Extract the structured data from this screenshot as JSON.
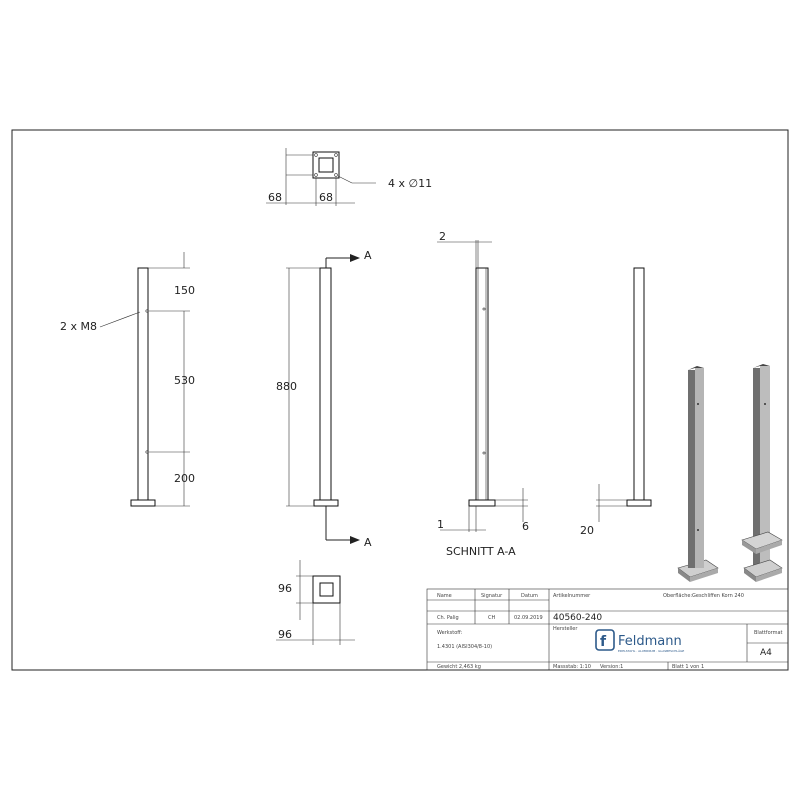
{
  "top_view": {
    "hole_label": "4 x ∅11",
    "dim_left": "68",
    "dim_bottom": "68"
  },
  "front_view": {
    "mount_label": "2 x M8",
    "dim_top": "150",
    "dim_mid": "530",
    "dim_bottom": "200"
  },
  "side_view": {
    "dim_height": "880",
    "section_mark_top": "A",
    "section_mark_bottom": "A"
  },
  "section_view": {
    "title": "SCHNITT A-A",
    "dim_wall": "2",
    "dim_foot": "1",
    "dim_plate": "6"
  },
  "base_view": {
    "dim_plate": "20"
  },
  "bottom_view": {
    "dim_height": "96",
    "dim_width": "96"
  },
  "title_block": {
    "col_name": "Name",
    "col_signature": "Signatur",
    "col_date": "Datum",
    "article_label": "Artikelnummer",
    "surface_label": "Oberfläche:",
    "surface_value": "Geschliffen Korn 240",
    "drafter": "Ch. Palig",
    "checker": "CH",
    "date": "02.09.2019",
    "article_number": "40560-240",
    "material_label": "Werkstoff:",
    "material_value": "1.4301 (AISI304/8-10)",
    "weight": "Gewicht 2,463 kg",
    "manufacturer_label": "Hersteller",
    "logo_text": "Feldmann",
    "logo_tagline": "EDELSTAHL · ALUMINIUM · GLASBESCHLÄGE",
    "sheet_format_label": "Blattformat",
    "sheet_format": "A4",
    "scale": "Massstab: 1:10",
    "version": "Version:1",
    "sheet": "Blatt 1 von 1"
  }
}
